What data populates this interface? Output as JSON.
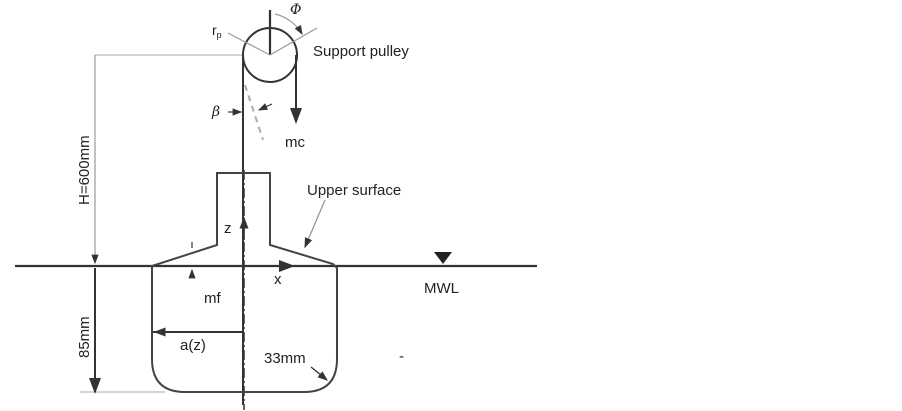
{
  "labels": {
    "pulley": "Support pulley",
    "rp": "r",
    "rp_sub": "p",
    "phi": "Φ",
    "beta": "β",
    "mc": "mc",
    "height": "H=600mm",
    "upper_surface": "Upper surface",
    "z": "z",
    "x": "x",
    "mwl": "MWL",
    "mf": "mf",
    "depth": "85mm",
    "az": "a(z)",
    "radius": "33mm",
    "dash": "-"
  },
  "colors": {
    "line": "#333333",
    "light": "#aaaaaa"
  }
}
